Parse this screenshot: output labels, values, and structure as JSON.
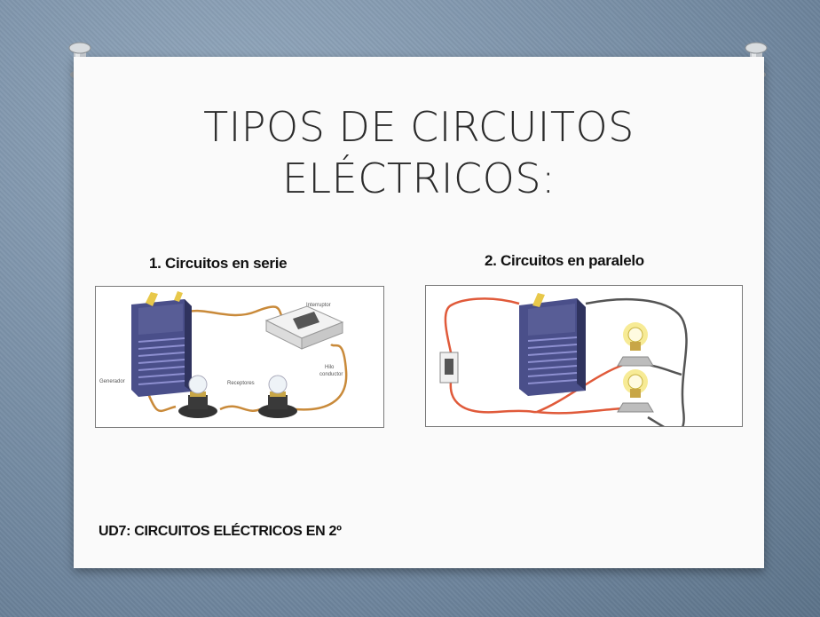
{
  "slide": {
    "title_line1": "TIPOS DE CIRCUITOS",
    "title_line2": "ELÉCTRICOS:",
    "footer": "UD7: CIRCUITOS ELÉCTRICOS EN 2º"
  },
  "series_section": {
    "caption": "1. Circuitos en serie",
    "labels": {
      "interruptor": "Interruptor",
      "generador": "Generador",
      "receptores": "Receptores",
      "hilo": "Hilo",
      "conductor": "conductor"
    }
  },
  "parallel_section": {
    "caption": "2. Circuitos en paralelo"
  },
  "colors": {
    "battery_body": "#4a4f8a",
    "battery_stripes": "#8d8fd0",
    "wire_series": "#c98a3a",
    "wire_red": "#e05a3a",
    "wire_dark": "#555555",
    "bulb_glow": "#f3e36a"
  }
}
